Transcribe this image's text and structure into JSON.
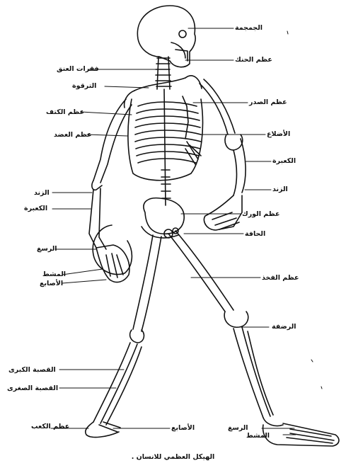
{
  "figure": {
    "caption": "الهيكل العظمي للانسان ."
  },
  "labels": {
    "skull": "الجمجمة",
    "jaw": "عظم الحنك",
    "neck_vertebrae": "فقرات العنق",
    "clavicle": "الترقوة",
    "scapula": "عظم الكتف",
    "sternum": "عظم الصدر",
    "humerus": "عظم العضد",
    "ribs": "الأضلاع",
    "radius": "الكعبرة",
    "ulna_right": "الزند",
    "ulna_left": "الزند",
    "radius_left": "الكعبرة",
    "pelvis": "عظم الورك",
    "wrist_left": "الرسغ",
    "metacarpus": "المشط",
    "fingers": "الأصابع",
    "hip": "الحافة",
    "femur": "عظم الفخذ",
    "patella": "الرضفة",
    "tibia": "القصبة الكبرى",
    "fibula": "القصبة الصغرى",
    "heel": "عظم الكعب",
    "toes": "الأصابع",
    "ankle": "الرسغ",
    "metatarsus": "المشط"
  }
}
